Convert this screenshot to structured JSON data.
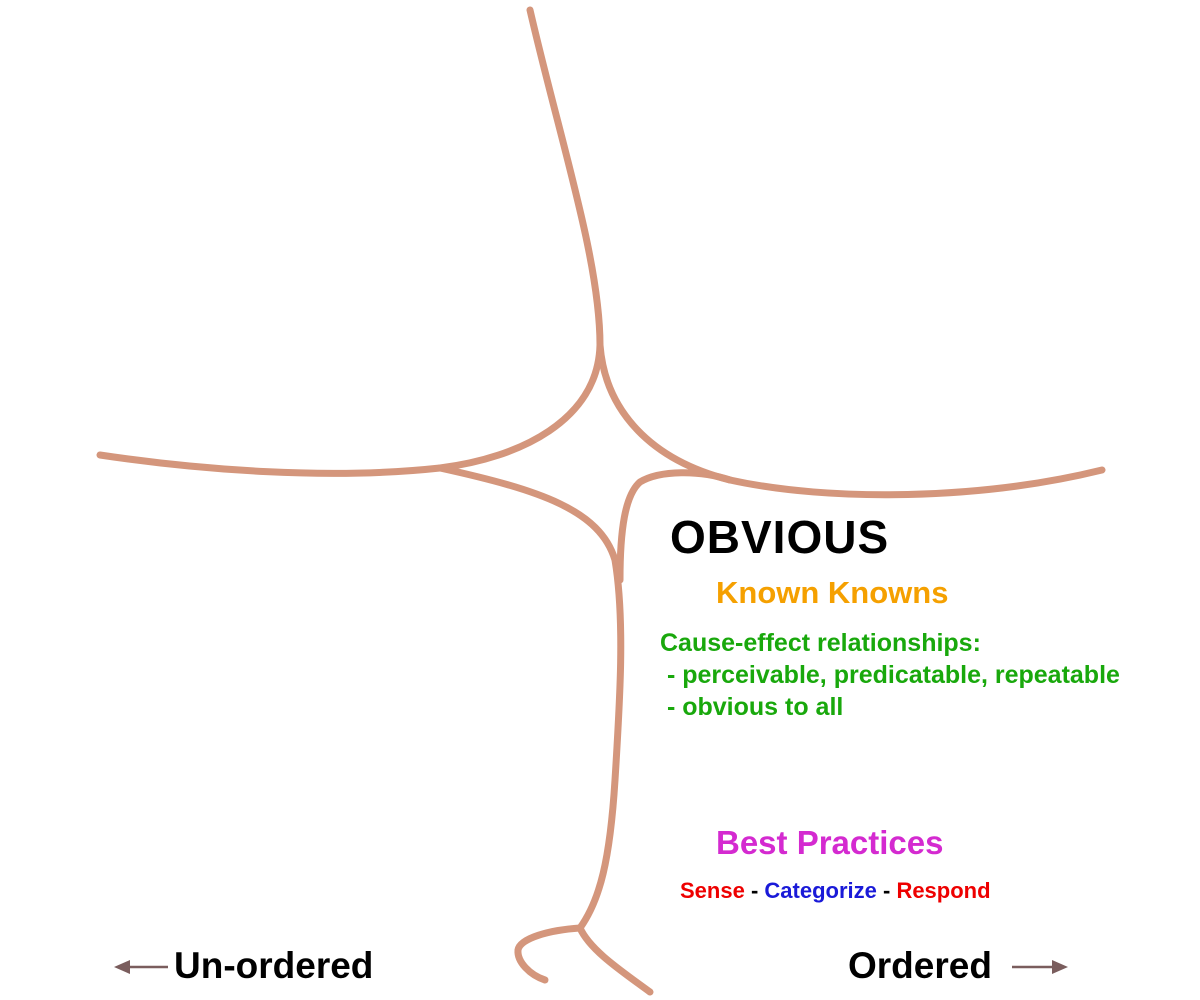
{
  "domain": {
    "title": "OBVIOUS",
    "subtitle": "Known Knowns",
    "description": {
      "heading": "Cause-effect relationships:",
      "items": [
        " - perceivable, predicatable, repeatable",
        " - obvious to all"
      ]
    },
    "practice": "Best Practices",
    "steps": {
      "first": "Sense",
      "sep1": " - ",
      "second": "Categorize",
      "sep2": " - ",
      "third": "Respond"
    }
  },
  "axis": {
    "left_label": "Un-ordered",
    "right_label": "Ordered"
  },
  "colors": {
    "boundary": "#d4967c",
    "title": "#000000",
    "subtitle": "#f5a000",
    "description": "#19a80c",
    "practice": "#d42ad0",
    "sense": "#ee0000",
    "categorize": "#1a1ad8",
    "respond": "#ee0000",
    "separator": "#000000",
    "arrow": "#7a5d5d"
  }
}
